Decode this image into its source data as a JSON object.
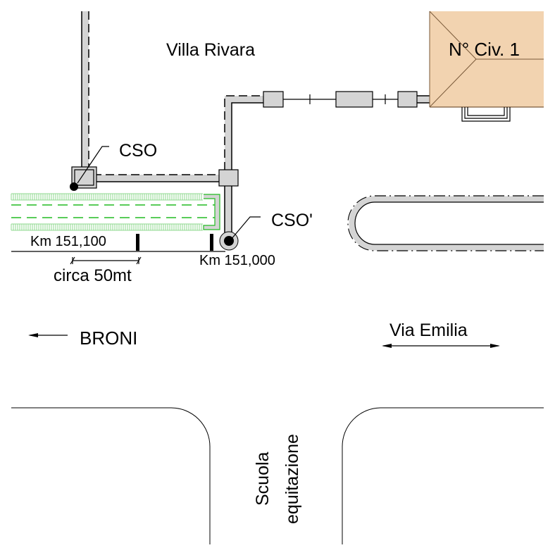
{
  "labels": {
    "villa": "Villa Rivara",
    "house_number": "N° Civ. 1",
    "cso": "CSO",
    "cso_prime": "CSO'",
    "km_100": "Km 151,100",
    "km_000": "Km 151,000",
    "distance": "circa 50mt",
    "broni": "BRONI",
    "via_emilia": "Via Emilia",
    "school_line1": "Scuola",
    "school_line2": "equitazione"
  },
  "colors": {
    "building_fill": "#f2d3b0",
    "building_edge": "#7a5a3a",
    "pipe_fill": "#d4d4d4",
    "green_track": "#22bb22"
  },
  "icons": {
    "manhole_cso": "filled-circle-icon",
    "manhole_cso_prime": "filled-circle-icon",
    "direction_broni": "arrow-left-icon",
    "direction_via_emilia": "double-arrow-icon"
  }
}
